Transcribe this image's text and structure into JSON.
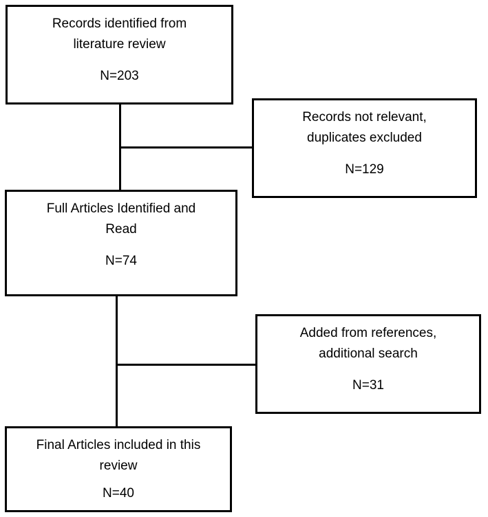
{
  "boxes": {
    "identified": {
      "line1": "Records identified from",
      "line2": "literature review",
      "count": "N=203"
    },
    "excluded": {
      "line1": "Records not relevant,",
      "line2": "duplicates excluded",
      "count": "N=129"
    },
    "full_articles": {
      "line1": "Full Articles Identified and",
      "line2": "Read",
      "count": "N=74"
    },
    "added": {
      "line1": "Added from references,",
      "line2": "additional search",
      "count": "N=31"
    },
    "final": {
      "line1": "Final Articles included in this",
      "line2": "review",
      "count": "N=40"
    }
  }
}
